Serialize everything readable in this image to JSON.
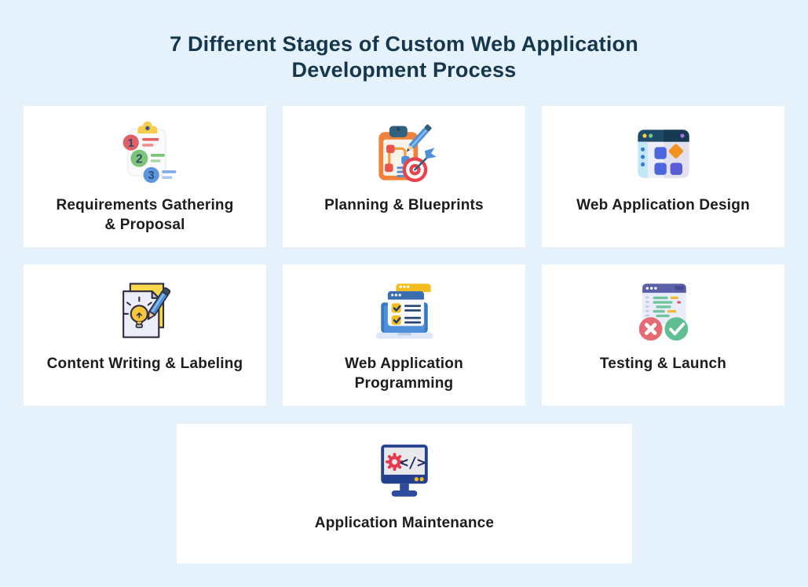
{
  "page": {
    "background_color": "#e5f1fb",
    "card_color": "#ffffff",
    "title_color": "#14374e",
    "label_color": "#1c1c1c"
  },
  "header": {
    "title": "7 Different Stages of Custom Web Application\nDevelopment Process"
  },
  "cards": [
    {
      "id": "requirements-gathering-proposal",
      "label": "Requirements Gathering\n& Proposal",
      "icon": "numbered-checklist-clipboard-icon"
    },
    {
      "id": "planning-blueprints",
      "label": "Planning & Blueprints",
      "icon": "clipboard-flowchart-target-pencil-icon"
    },
    {
      "id": "web-application-design",
      "label": "Web Application Design",
      "icon": "browser-design-shapes-icon"
    },
    {
      "id": "content-writing-labeling",
      "label": "Content Writing & Labeling",
      "icon": "document-lightbulb-pencil-icon"
    },
    {
      "id": "web-application-programming",
      "label": "Web Application\nProgramming",
      "icon": "laptop-checklist-windows-icon"
    },
    {
      "id": "testing-launch",
      "label": "Testing & Launch",
      "icon": "code-window-pass-fail-icon"
    },
    {
      "id": "application-maintenance",
      "label": "Application Maintenance",
      "icon": "monitor-gear-code-icon"
    }
  ]
}
